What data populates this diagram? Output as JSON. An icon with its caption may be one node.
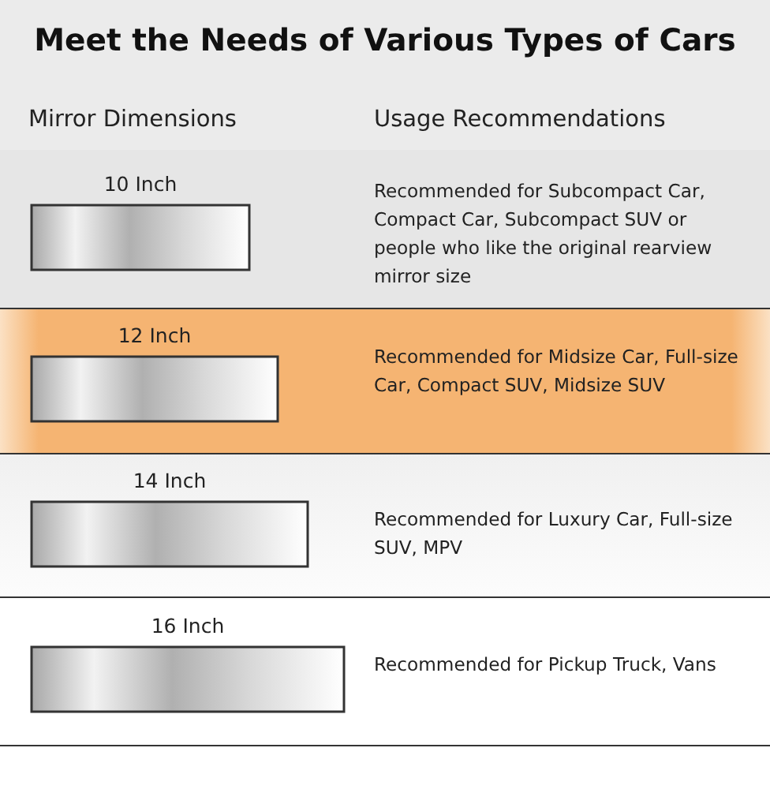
{
  "diagram": {
    "title": "Meet the Needs of Various Types of Cars",
    "labels": [
      "Mirror Dimensions",
      "Usage Recommendations"
    ],
    "nodes": [
      {
        "text": [
          "10 Inch",
          "Recommended for Subcompact Car, Compact Car, Subcompact SUV or people who like the original rearview mirror size"
        ]
      },
      {
        "text": [
          "12 Inch",
          "Recommended for Midsize Car, Full-size Car, Compact SUV, Midsize SUV"
        ]
      },
      {
        "text": [
          "14 Inch",
          "Recommended for Luxury Car, Full-size SUV, MPV"
        ]
      },
      {
        "text": [
          "16 Inch",
          "Recommended for Pickup Truck, Vans"
        ]
      }
    ]
  }
}
